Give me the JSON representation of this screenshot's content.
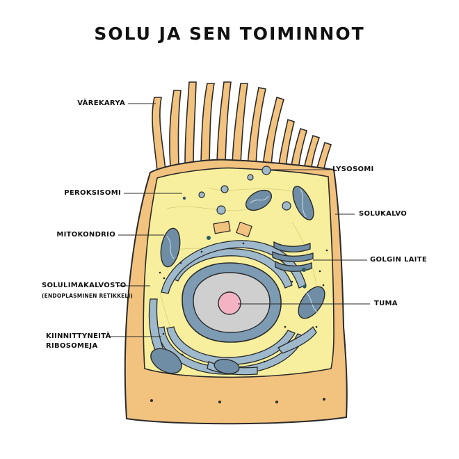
{
  "title": "SOLU JA SEN TOIMINNOT",
  "labels": {
    "varekarya": "VÄREKARYA",
    "peroksisomi": "PEROKSISOMI",
    "mitokondrio": "MITOKONDRIO",
    "solulimakalvosto": "SOLULIMAKALVOSTO",
    "solulimakalvosto_sub": "(ENDOPLASMINEN RETIKKELI)",
    "kiinnittyneita": "KIINNITTYNEITÄ",
    "ribosomeja": "RIBOSOMEJA",
    "lysosomi": "LYSOSOMI",
    "solukalvo": "SOLUKALVO",
    "golgin_laite": "GOLGIN LAITE",
    "tuma": "TUMA"
  },
  "colors": {
    "membrane": "#f2c27f",
    "cytoplasm": "#f7ef9d",
    "organelle_blue": "#9eb9cc",
    "organelle_dark": "#6f8ea6",
    "nucleus_outer": "#7d9bb3",
    "nucleus_inner": "#cfcfcf",
    "nucleolus": "#f3b3c3",
    "outline": "#2a2a2a"
  }
}
